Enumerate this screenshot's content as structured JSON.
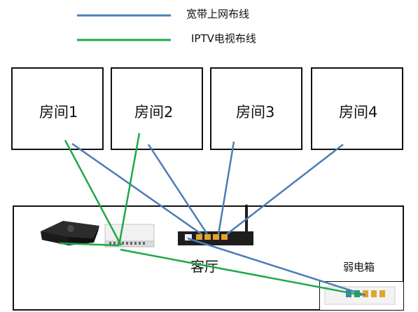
{
  "legend": {
    "broadband": {
      "label": "宽带上网布线",
      "color": "#4a7db6"
    },
    "iptv": {
      "label": "IPTV电视布线",
      "color": "#1fa84a"
    }
  },
  "rooms": [
    {
      "label": "房间1"
    },
    {
      "label": "房间2"
    },
    {
      "label": "房间3"
    },
    {
      "label": "房间4"
    }
  ],
  "living_room": {
    "label": "客厅"
  },
  "weak_current_box": {
    "label": "弱电箱"
  },
  "devices": [
    "iptv-set-top-box-icon",
    "switch-icon",
    "router-icon",
    "modem-icon"
  ]
}
